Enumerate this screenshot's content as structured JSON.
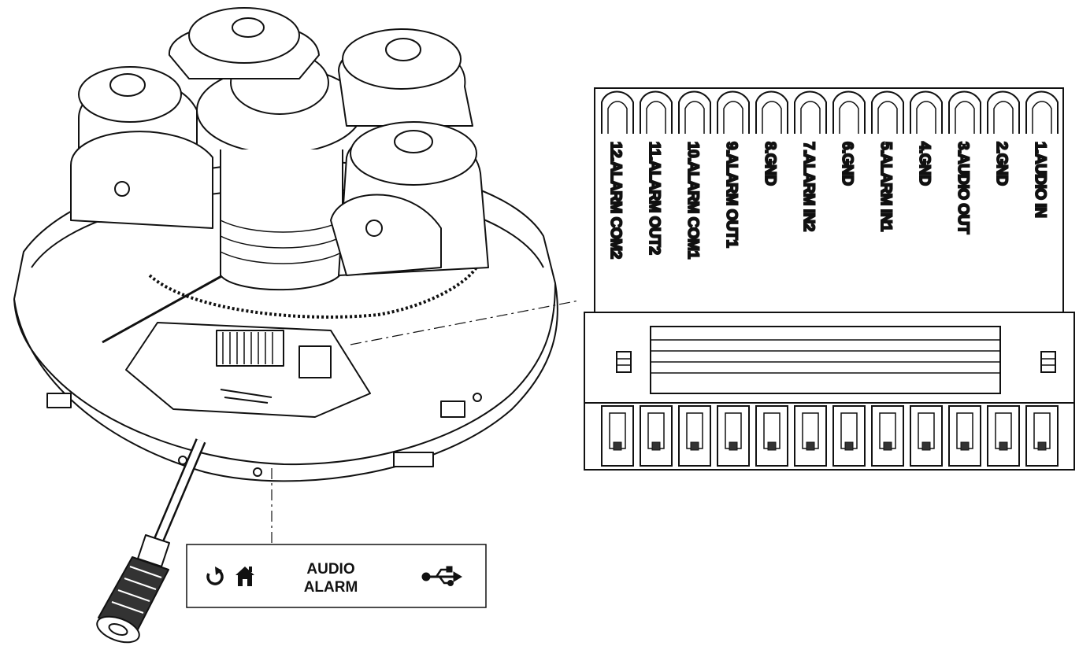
{
  "terminal_block": {
    "pins": [
      {
        "label": "12.ALARM COM2"
      },
      {
        "label": "11.ALARM OUT2"
      },
      {
        "label": "10.ALARM COM1"
      },
      {
        "label": "9.ALARM OUT1"
      },
      {
        "label": "8.GND"
      },
      {
        "label": "7.ALARM IN2"
      },
      {
        "label": "6.GND"
      },
      {
        "label": "5.ALARM IN1"
      },
      {
        "label": "4.GND"
      },
      {
        "label": "3.AUDIO OUT"
      },
      {
        "label": "2.GND"
      },
      {
        "label": "1.AUDIO IN"
      }
    ]
  },
  "port_panel": {
    "line1": "AUDIO",
    "line2": "ALARM",
    "icons": [
      "reset-icon",
      "factory-default-icon",
      "usb-icon"
    ]
  },
  "colors": {
    "ink": "#111111",
    "paper": "#ffffff"
  }
}
